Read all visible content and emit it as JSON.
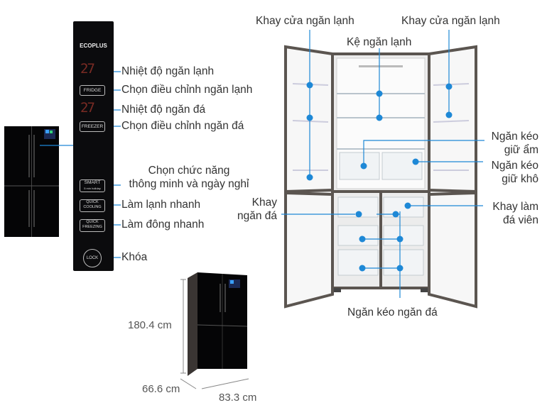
{
  "panel": {
    "brand": "ECOPLUS",
    "display_digits": "27",
    "buttons": {
      "fridge": "FRIDGE",
      "freezer": "FREEZER",
      "smart": "SMART",
      "smart_sub": "5 min holiday",
      "quick_cooling_1": "QUICK",
      "quick_cooling_2": "COOLING",
      "quick_freezing_1": "QUICK",
      "quick_freezing_2": "FREEZING",
      "lock": "LOCK"
    }
  },
  "panel_labels": {
    "fridge_temp": "Nhiệt độ ngăn lạnh",
    "fridge_select": "Chọn điều chỉnh ngăn lạnh",
    "freezer_temp": "Nhiệt độ ngăn đá",
    "freezer_select": "Chọn điều chỉnh ngăn đá",
    "smart_line1": "Chọn chức năng",
    "smart_line2": "thông minh và ngày nghỉ",
    "quick_cool": "Làm lạnh nhanh",
    "quick_freeze": "Làm đông nhanh",
    "lock": "Khóa"
  },
  "interior_labels": {
    "door_tray_left": "Khay cửa ngăn lạnh",
    "door_tray_right": "Khay cửa ngăn lạnh",
    "fridge_shelf": "Kệ ngăn lạnh",
    "humid_drawer_1": "Ngăn kéo",
    "humid_drawer_2": "giữ ẩm",
    "dry_drawer_1": "Ngăn kéo",
    "dry_drawer_2": "giữ khô",
    "freezer_tray_1": "Khay",
    "freezer_tray_2": "ngăn đá",
    "ice_tray_1": "Khay làm",
    "ice_tray_2": "đá viên",
    "freezer_drawer": "Ngăn kéo ngăn đá"
  },
  "dimensions": {
    "height": "180.4 cm",
    "depth": "66.6 cm",
    "width": "83.3 cm"
  },
  "colors": {
    "leader": "#1e88d6",
    "dot": "#1e88d6",
    "fridge_body": "#0a0a0c",
    "frame": "#5b5550"
  }
}
